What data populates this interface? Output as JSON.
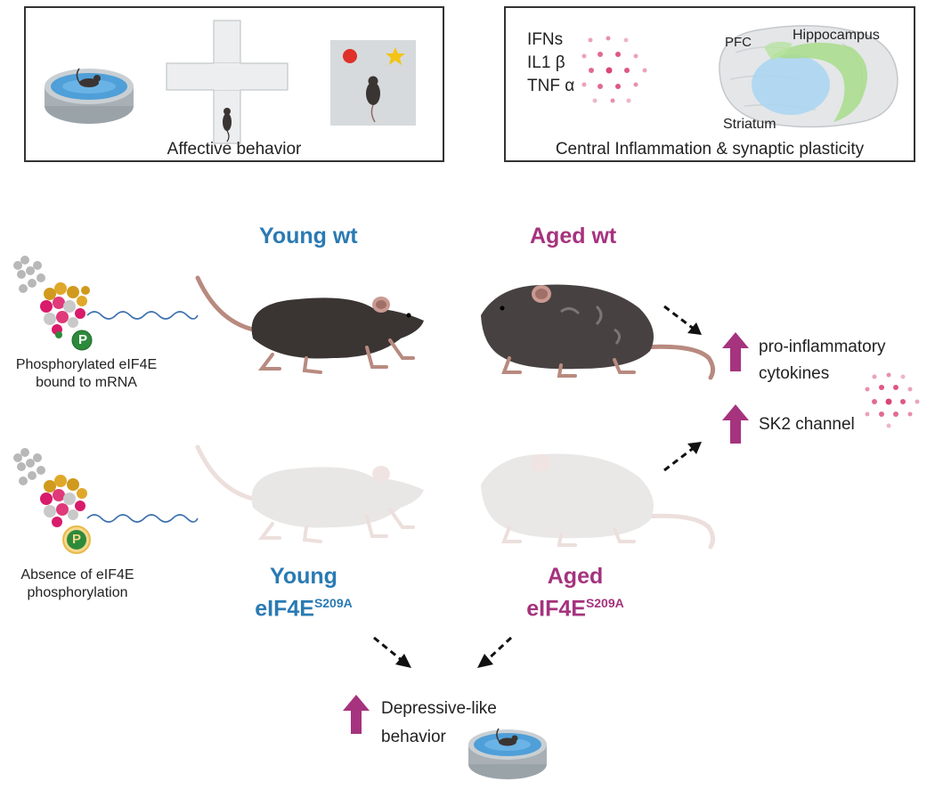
{
  "top_left_box": {
    "caption": "Affective behavior"
  },
  "top_right_box": {
    "caption": "Central Inflammation & synaptic plasticity",
    "cytokines": [
      "IFNs",
      "IL1 β",
      "TNF α"
    ],
    "regions": {
      "pfc": "PFC",
      "hippocampus": "Hippocampus",
      "striatum": "Striatum"
    }
  },
  "groups": {
    "young_wt": "Young wt",
    "aged_wt": "Aged wt",
    "young_mut_line1": "Young",
    "young_mut_base": "eIF4E",
    "young_mut_sup": "S209A",
    "aged_mut_line1": "Aged",
    "aged_mut_base": "eIF4E",
    "aged_mut_sup": "S209A"
  },
  "protein": {
    "phospho_label_1": "Phosphorylated eIF4E",
    "phospho_label_2": "bound to mRNA",
    "phospho_badge": "P",
    "absent_label_1": "Absence of eIF4E",
    "absent_label_2": "phosphorylation",
    "absent_badge": "P"
  },
  "outcomes": {
    "cytokines_1": "pro-inflammatory",
    "cytokines_2": "cytokines",
    "sk2": "SK2 channel",
    "depressive_1": "Depressive-like",
    "depressive_2": "behavior"
  },
  "colors": {
    "young": "#2a7ab3",
    "aged": "#a5337e",
    "up_arrow": "#a5337e",
    "mouse_dark": "#3a3533",
    "mouse_faded": "#e9e7e6",
    "water": "#4f9fd8"
  }
}
